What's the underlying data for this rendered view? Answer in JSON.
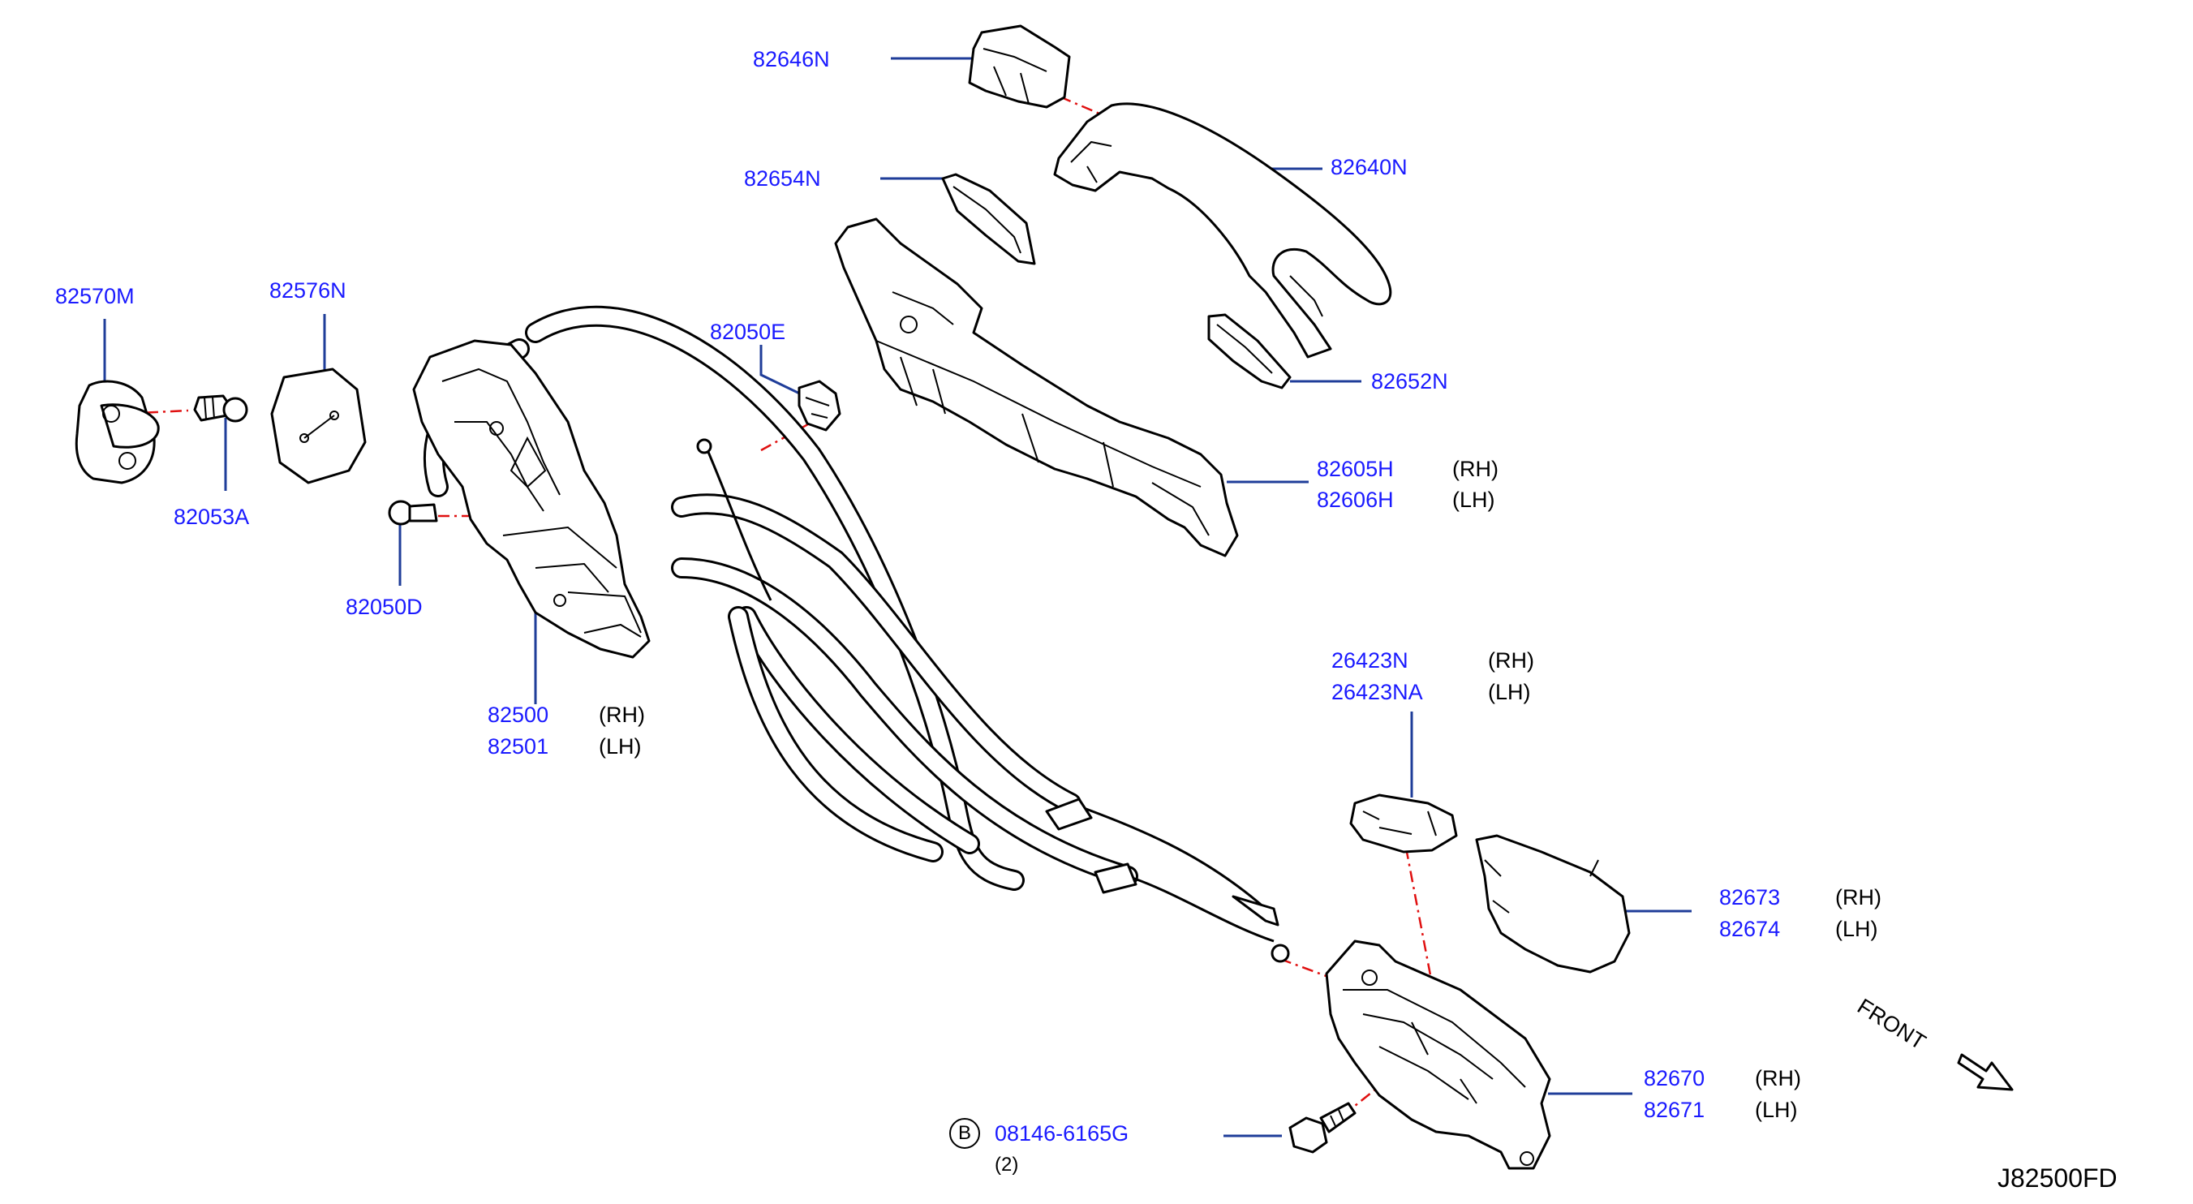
{
  "diagram_id": "J82500FD",
  "front_label": "FRONT",
  "bolt_marker": "B",
  "parts": [
    {
      "id": "p82646N",
      "number": "82646N",
      "side": ""
    },
    {
      "id": "p82640N",
      "number": "82640N",
      "side": ""
    },
    {
      "id": "p82654N",
      "number": "82654N",
      "side": ""
    },
    {
      "id": "p82570M",
      "number": "82570M",
      "side": ""
    },
    {
      "id": "p82576N",
      "number": "82576N",
      "side": ""
    },
    {
      "id": "p82050E",
      "number": "82050E",
      "side": ""
    },
    {
      "id": "p82652N",
      "number": "82652N",
      "side": ""
    },
    {
      "id": "p82053A",
      "number": "82053A",
      "side": ""
    },
    {
      "id": "p82605H",
      "number": "82605H",
      "side": "(RH)"
    },
    {
      "id": "p82606H",
      "number": "82606H",
      "side": "(LH)"
    },
    {
      "id": "p82050D",
      "number": "82050D",
      "side": ""
    },
    {
      "id": "p82500",
      "number": "82500",
      "side": "(RH)"
    },
    {
      "id": "p82501",
      "number": "82501",
      "side": "(LH)"
    },
    {
      "id": "p26423N",
      "number": "26423N",
      "side": "(RH)"
    },
    {
      "id": "p26423NA",
      "number": "26423NA",
      "side": "(LH)"
    },
    {
      "id": "p82673",
      "number": "82673",
      "side": "(RH)"
    },
    {
      "id": "p82674",
      "number": "82674",
      "side": "(LH)"
    },
    {
      "id": "p82670",
      "number": "82670",
      "side": "(RH)"
    },
    {
      "id": "p82671",
      "number": "82671",
      "side": "(LH)"
    },
    {
      "id": "p08146",
      "number": "08146-6165G",
      "side": "(2)"
    }
  ]
}
